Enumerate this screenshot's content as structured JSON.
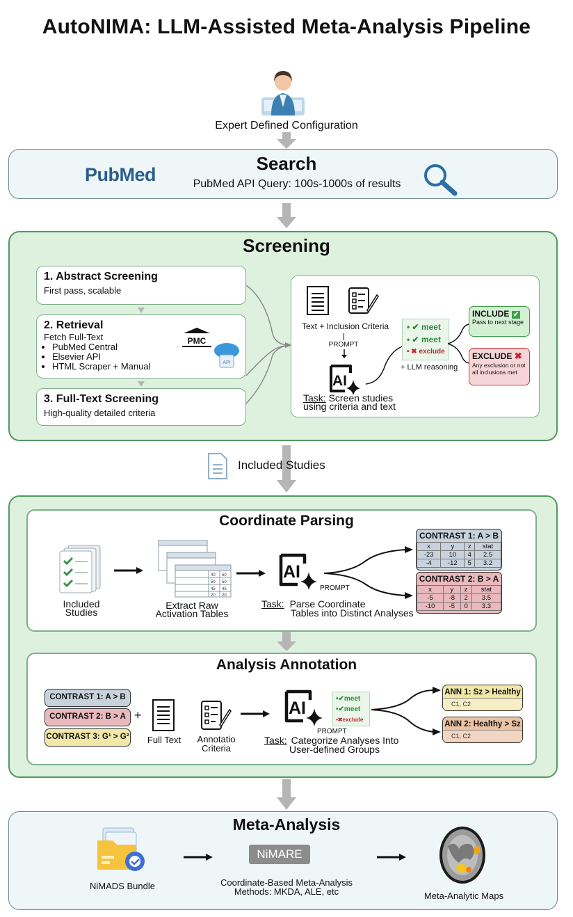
{
  "title": "AutoNIMA: LLM-Assisted Meta-Analysis Pipeline",
  "expert": {
    "label": "Expert Defined Configuration"
  },
  "search": {
    "title": "Search",
    "pubmed_logo": "PubMed",
    "query": "PubMed API Query: 100s-1000s of results",
    "icon": "magnifier-icon"
  },
  "screening": {
    "title": "Screening",
    "steps": [
      {
        "title": "1. Abstract Screening",
        "sub": "First pass, scalable"
      },
      {
        "title": "2. Retrieval",
        "sub": "Fetch Full-Text",
        "items": [
          "PubMed Central",
          "Elsevier API",
          "HTML Scraper + Manual"
        ]
      },
      {
        "title": "3. Full-Text Screening",
        "sub": "High-quality detailed criteria"
      }
    ],
    "pmc_label": "PMC",
    "api_label": "API",
    "inputs_label": "Text + Inclusion Criteria",
    "prompt_label": "PROMPT",
    "task_label": "Task:",
    "task_text_1": "Screen studies",
    "task_text_2": "using criteria and text",
    "checks": [
      "meet",
      "meet",
      "exclude"
    ],
    "llm_reasoning": "+ LLM reasoning",
    "include": {
      "title": "INCLUDE",
      "sub": "Pass to next stage"
    },
    "exclude": {
      "title": "EXCLUDE",
      "sub": "Any exclusion or not all inclusions met"
    }
  },
  "included_studies": {
    "label": "Included Studies"
  },
  "coordinate": {
    "title": "Coordinate Parsing",
    "included_l1": "Included",
    "included_l2": "Studies",
    "extract_l1": "Extract Raw",
    "extract_l2": "Activation Tables",
    "table_values": [
      "40",
      "50",
      "50",
      "50",
      "45",
      "45",
      "20",
      "20"
    ],
    "ai_label": "AI",
    "prompt_label": "PROMPT",
    "task_label": "Task:",
    "task_text_1": "Parse Coordinate",
    "task_text_2": "Tables into Distinct Analyses",
    "contrasts": [
      {
        "title": "CONTRAST 1: A > B",
        "color": "#c7d2dc",
        "cols": [
          "x",
          "y",
          "z",
          "stat"
        ],
        "rows": [
          [
            "-23",
            "10",
            "4",
            "2.5"
          ],
          [
            "-4",
            "-12",
            "5",
            "3.2"
          ]
        ]
      },
      {
        "title": "CONTRAST 2: B > A",
        "color": "#e9b9bd",
        "cols": [
          "x",
          "y",
          "z",
          "stat"
        ],
        "rows": [
          [
            "-5",
            "-8",
            "2",
            "3.5"
          ],
          [
            "-10",
            "-5",
            "0",
            "3.3"
          ]
        ]
      }
    ]
  },
  "annotation": {
    "title": "Analysis Annotation",
    "chips": [
      {
        "label": "CONTRAST 1: A > B",
        "color": "#c7d2dc"
      },
      {
        "label": "CONTRAST 2: B > A",
        "color": "#e9b9bd"
      },
      {
        "label": "CONTRAST 3: G¹ > G²",
        "color": "#f1e7a6"
      }
    ],
    "plus": "+",
    "full_text": "Full Text",
    "criteria_l1": "Annotatio",
    "criteria_l2": "Criteria",
    "checks": [
      "meet",
      "meet",
      "exclude"
    ],
    "prompt_label": "PROMPT",
    "task_label": "Task:",
    "task_text_1": "Categorize Analyses Into",
    "task_text_2": "User-defined Groups",
    "anns": [
      {
        "title": "ANN 1: Sz > Healthy",
        "sub": "C1, C2",
        "color": "#f1e7a6"
      },
      {
        "title": "ANN 2: Healthy > Sz",
        "sub": "C1, C2",
        "color": "#ecc3a2"
      }
    ]
  },
  "meta": {
    "title": "Meta-Analysis",
    "bundle": "NiMADS Bundle",
    "nimare": "NiMARE",
    "methods_l1": "Coordinate-Based Meta-Analysis",
    "methods_l2": "Methods: MKDA, ALE, etc",
    "maps": "Meta-Analytic Maps"
  }
}
